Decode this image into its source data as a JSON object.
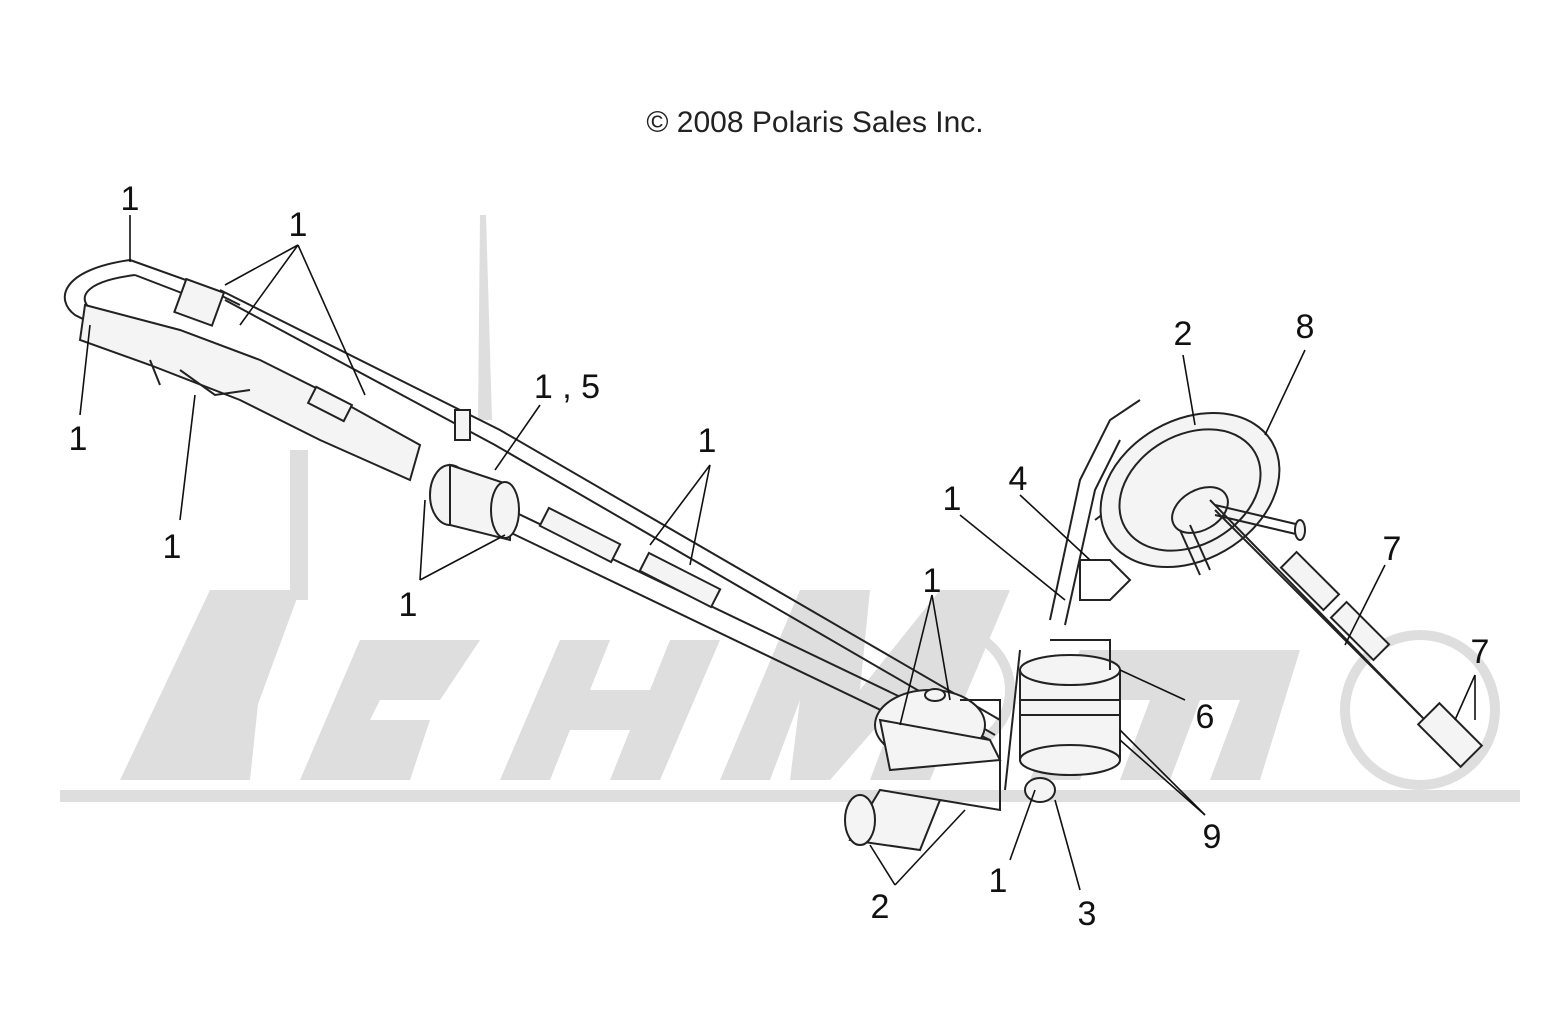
{
  "diagram": {
    "copyright": "© 2008 Polaris Sales Inc.",
    "watermark_text": "AehMoto",
    "callouts": [
      {
        "id": "c1",
        "label": "1"
      },
      {
        "id": "c2",
        "label": "1"
      },
      {
        "id": "c3",
        "label": "1"
      },
      {
        "id": "c4",
        "label": "1"
      },
      {
        "id": "c5",
        "label": "1 , 5"
      },
      {
        "id": "c6",
        "label": "1"
      },
      {
        "id": "c7",
        "label": "1"
      },
      {
        "id": "c8",
        "label": "1"
      },
      {
        "id": "c9",
        "label": "1"
      },
      {
        "id": "c10",
        "label": "1"
      },
      {
        "id": "c11",
        "label": "2"
      },
      {
        "id": "c12",
        "label": "8"
      },
      {
        "id": "c13",
        "label": "4"
      },
      {
        "id": "c14",
        "label": "7"
      },
      {
        "id": "c15",
        "label": "7"
      },
      {
        "id": "c16",
        "label": "6"
      },
      {
        "id": "c17",
        "label": "9"
      },
      {
        "id": "c18",
        "label": "2"
      },
      {
        "id": "c19",
        "label": "3"
      }
    ]
  }
}
